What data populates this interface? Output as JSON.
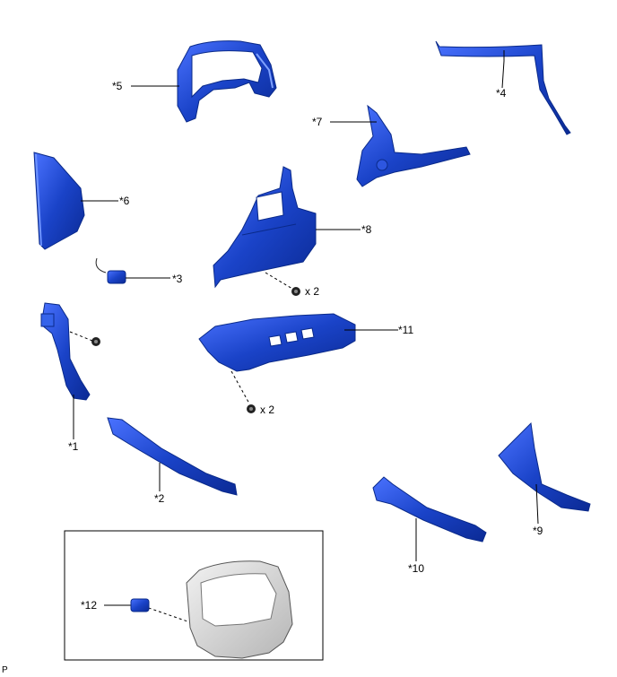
{
  "diagram": {
    "callouts": [
      "*1",
      "*2",
      "*3",
      "*4",
      "*5",
      "*6",
      "*7",
      "*8",
      "*9",
      "*10",
      "*11",
      "*12"
    ],
    "quantities": {
      "q8": "x 2",
      "q11": "x 2"
    },
    "footer": "P",
    "part_color": "#1a43c8",
    "inset_part_color": "#d9d9d9"
  }
}
